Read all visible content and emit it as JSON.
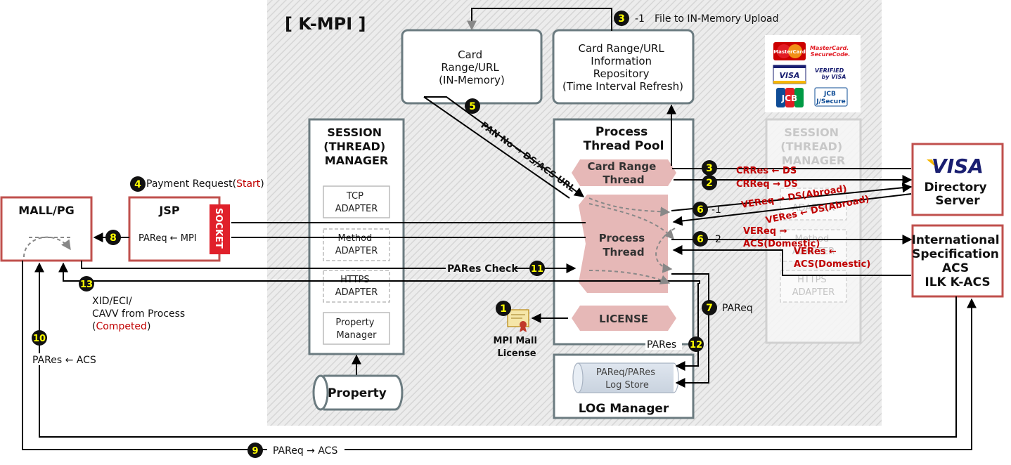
{
  "title": "[ K-MPI ]",
  "boxes": {
    "card_range_mem": [
      "Card",
      "Range/URL",
      "(IN-Memory)"
    ],
    "card_range_repo": [
      "Card Range/URL",
      "Information",
      "Repository",
      "(Time Interval Refresh)"
    ],
    "session_manager": [
      "SESSION",
      "(THREAD)",
      "MANAGER"
    ],
    "session_manager_ghost": [
      "SESSION",
      "(THREAD)",
      "MANAGER"
    ],
    "adapters": [
      [
        "TCP",
        "ADAPTER"
      ],
      [
        "Method",
        "ADAPTER"
      ],
      [
        "HTTPS",
        "ADAPTER"
      ],
      [
        "Property",
        "Manager"
      ]
    ],
    "ghost_adapters": [
      "ADAPTER",
      "Method",
      "ADAPTER",
      "HTTPS",
      "ADAPTER"
    ],
    "process_pool": [
      "Process",
      "Thread Pool"
    ],
    "card_range_thread": [
      "Card Range",
      "Thread"
    ],
    "process_thread": [
      "Process",
      "Thread"
    ],
    "license": "LICENSE",
    "license_icon_label": [
      "MPI Mall",
      "License"
    ],
    "log_store": [
      "PAReq/PARes",
      "Log Store"
    ],
    "log_manager": "LOG Manager",
    "property_store": "Property",
    "mall_pg": "MALL/PG",
    "jsp": "JSP",
    "socket": "SOCKET",
    "visa_logo": "VISA",
    "directory_server": [
      "Directory",
      "Server"
    ],
    "acs": [
      "International",
      "Specification",
      "ACS",
      "ILK K-ACS"
    ]
  },
  "card_logos": {
    "mastercard": "MasterCard",
    "mastercard_securecode": [
      "MasterCard.",
      "SecureCode."
    ],
    "visa": "VISA",
    "verified_by_visa": [
      "VERIFIED",
      "by VISA"
    ],
    "jcb": "JCB",
    "jcb_jsecure": [
      "JCB",
      "J/Secure"
    ]
  },
  "steps": {
    "s1": "1",
    "s2": "2",
    "s3_top": "3",
    "s3_top_suffix": "-1",
    "s3_top_label": "File to IN-Memory Upload",
    "s3": "3",
    "s4": "4",
    "s4_label": "Payment Request(",
    "s4_label_start": "Start",
    "s4_label_end": ")",
    "s5": "5",
    "s5_label": "PAN No → DS/ACS URL",
    "s6a": "6",
    "s6a_suffix": "-1",
    "s6b": "6",
    "s6b_suffix": "-2",
    "s7": "7",
    "s7_label": "PAReq",
    "s8": "8",
    "s8_label": "PAReq ← MPI",
    "s9": "9",
    "s9_label": "PAReq → ACS",
    "s10": "10",
    "s10_label": "PARes ← ACS",
    "s11": "11",
    "s11_label": "PARes Check",
    "s12": "12",
    "s12_label": "PARes",
    "s13": "13",
    "s13_label": [
      "XID/ECI/",
      "CAVV from Process"
    ],
    "s13_label_open": "(",
    "s13_label_red": "Competed",
    "s13_label_close": ")"
  },
  "red_labels": {
    "crres": "CRRes ← DS",
    "crreq": "CRReq → DS",
    "vereq_abroad": "VEReq → DS(Abroad)",
    "veres_abroad": "VERes ← DS(Abroad)",
    "vereq_domestic": [
      "VEReq →",
      "ACS(Domestic)"
    ],
    "veres_domestic": [
      "VERes ←",
      "ACS(Domestic)"
    ]
  },
  "colors": {
    "brand_red": "#c0504d",
    "accent_red": "#c00000",
    "box_border": "#6b7b80",
    "thread_fill": "#e6b8b7",
    "step_badge": "#111111",
    "step_digit": "#ffff00",
    "visa_blue": "#1a1f71",
    "visa_gold": "#f7b600"
  }
}
